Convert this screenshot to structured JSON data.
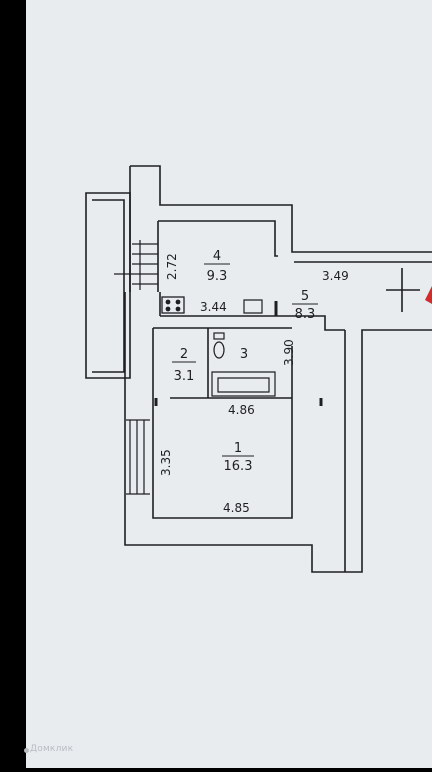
{
  "plan": {
    "colors": {
      "paper": "#e9ecef",
      "ink": "#1e1f24",
      "border": "#000000",
      "accent": "#d42a2a"
    },
    "rooms": [
      {
        "number": "4",
        "area": "9.3"
      },
      {
        "number": "5",
        "area": "8.3"
      },
      {
        "number": "2",
        "area": "3.1"
      },
      {
        "number": "3",
        "area": ""
      },
      {
        "number": "1",
        "area": "16.3"
      }
    ],
    "dimensions": [
      "2.72",
      "3.49",
      "3.44",
      "3.90",
      "4.86",
      "3.35",
      "4.85"
    ]
  },
  "watermark": {
    "text": "Домклик"
  }
}
